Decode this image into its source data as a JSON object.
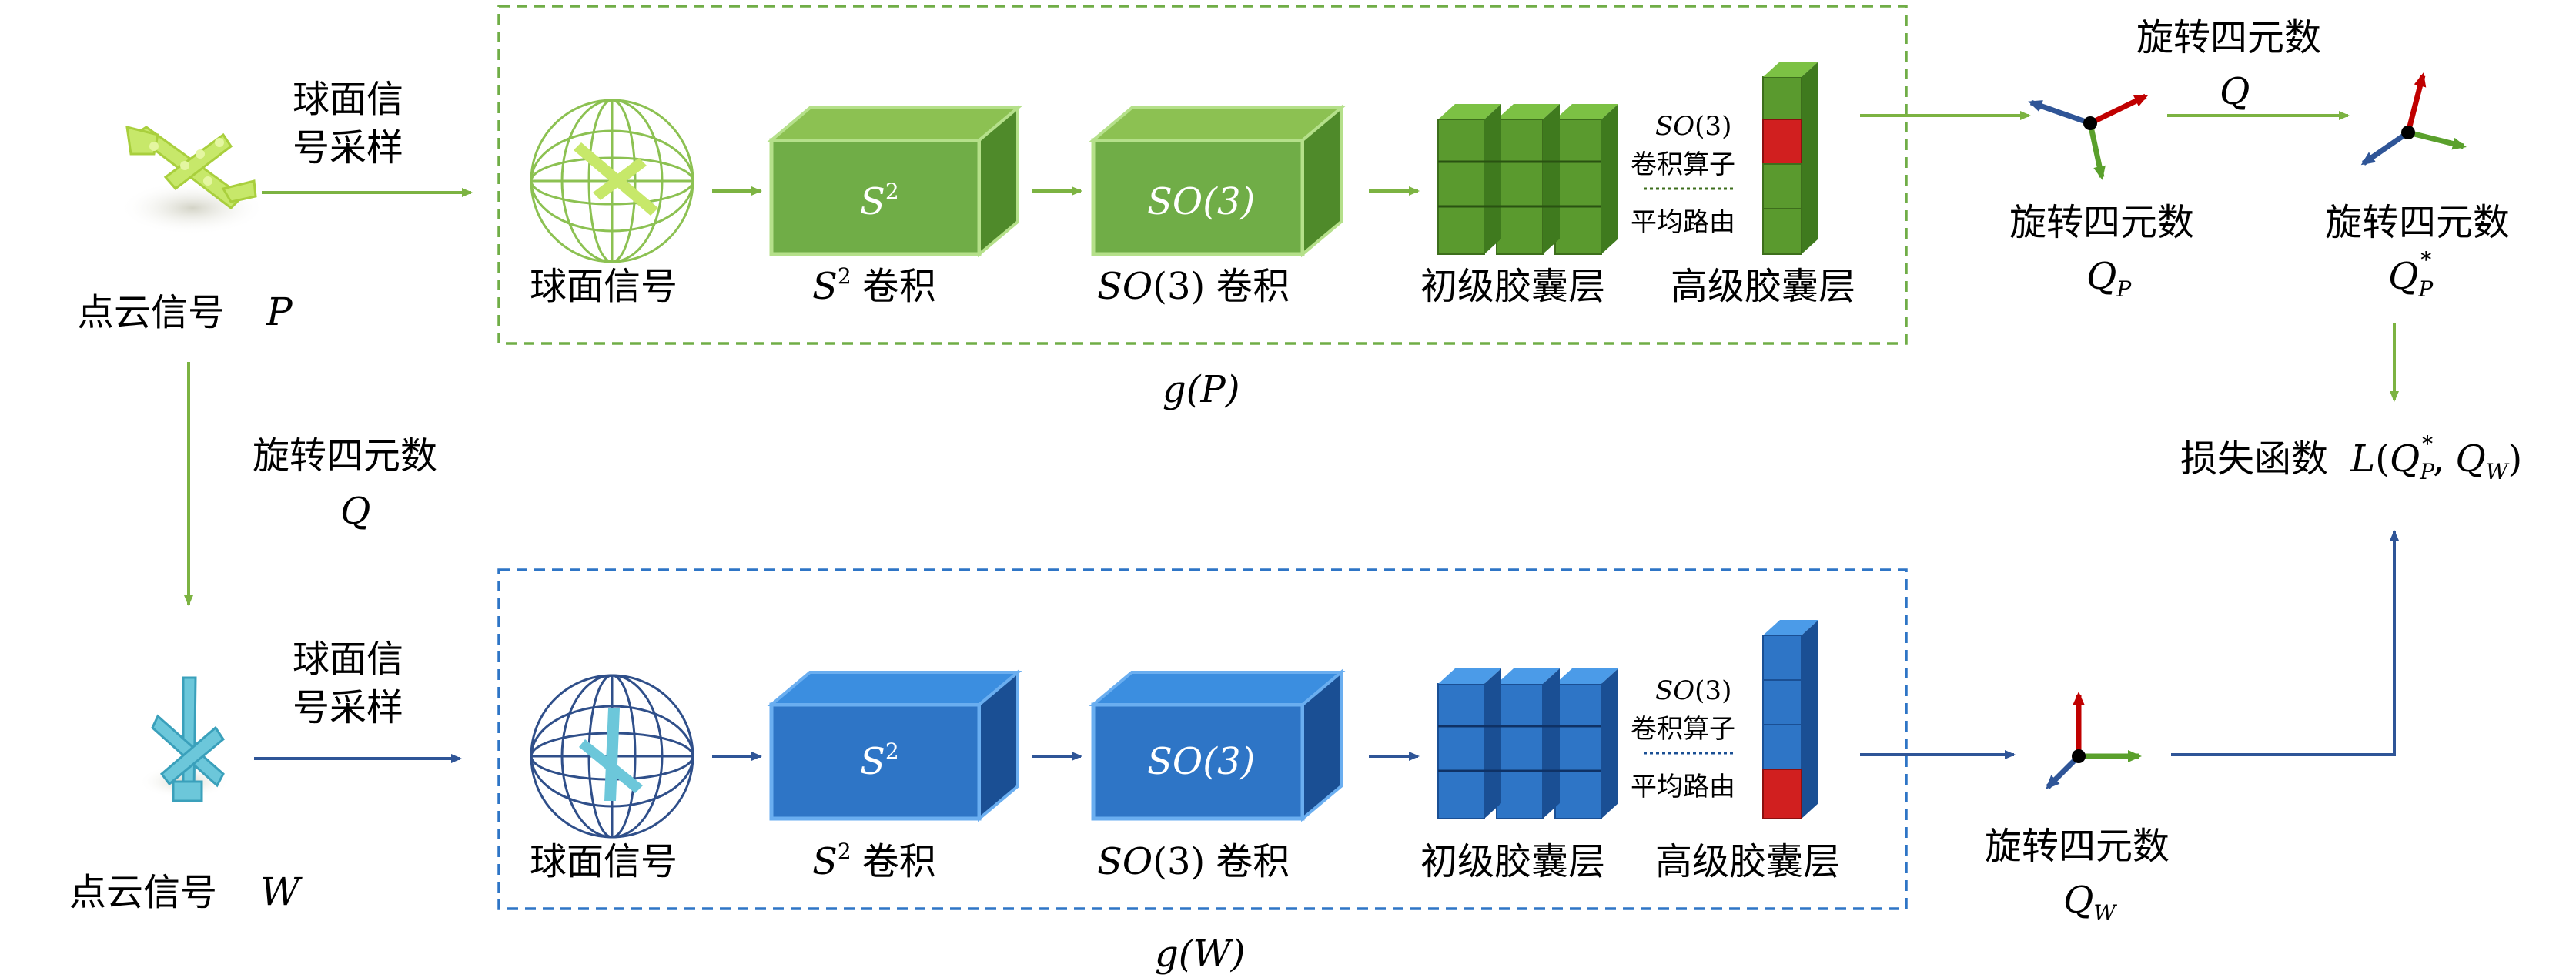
{
  "colors": {
    "green": "#6db33f",
    "green_light": "#8cc152",
    "green_dark": "#4f8a2a",
    "green_box": "#70ad47",
    "blue": "#2e6fbf",
    "blue_light": "#3b8ee0",
    "blue_dark": "#1a4f94",
    "blue_box": "#2e75c6",
    "red": "#d11f1f",
    "arrow_green": "#7cb342",
    "arrow_blue": "#2f5597",
    "axis_green": "#5aa02c",
    "axis_blue": "#2f5597",
    "axis_red": "#c00000",
    "black": "#000000"
  },
  "top_row": {
    "input_label_zh": "点云信号",
    "input_label_var": "P",
    "sampling_label_line1": "球面信",
    "sampling_label_line2": "号采样",
    "sphere_label": "球面信号",
    "s2_box_text": "S",
    "s2_box_sup": "2",
    "s2_label_var": "S",
    "s2_label_sup": "2",
    "s2_label_zh": "卷积",
    "so3_box_text": "SO(3)",
    "so3_label_var": "SO",
    "so3_label_paren": "(3)",
    "so3_label_zh": "卷积",
    "primary_caps_label": "初级胶囊层",
    "high_caps_label": "高级胶囊层",
    "routing_var": "SO",
    "routing_paren": "(3)",
    "routing_line2": "卷积算子",
    "routing_line3": "平均路由",
    "g_label_func": "g",
    "g_label_arg": "(P)",
    "quat_p_label": "旋转四元数",
    "quat_p_var": "Q",
    "quat_p_sub": "P",
    "quat_q_top_label": "旋转四元数",
    "quat_q_top_var": "Q",
    "quat_p_star_label": "旋转四元数",
    "quat_p_star_var": "Q",
    "quat_p_star_sub": "P",
    "quat_p_star_sup": "*"
  },
  "middle": {
    "rotation_label": "旋转四元数",
    "rotation_var": "Q",
    "loss_label": "损失函数",
    "loss_func": "L",
    "loss_open": "(",
    "loss_q1": "Q",
    "loss_q1_sub": "P",
    "loss_q1_sup": "*",
    "loss_comma": ",",
    "loss_q2": "Q",
    "loss_q2_sub": "W",
    "loss_close": ")"
  },
  "bottom_row": {
    "input_label_zh": "点云信号",
    "input_label_var": "W",
    "sampling_label_line1": "球面信",
    "sampling_label_line2": "号采样",
    "sphere_label": "球面信号",
    "s2_box_text": "S",
    "s2_box_sup": "2",
    "s2_label_var": "S",
    "s2_label_sup": "2",
    "s2_label_zh": "卷积",
    "so3_box_text": "SO(3)",
    "so3_label_var": "SO",
    "so3_label_paren": "(3)",
    "so3_label_zh": "卷积",
    "primary_caps_label": "初级胶囊层",
    "high_caps_label": "高级胶囊层",
    "routing_var": "SO",
    "routing_paren": "(3)",
    "routing_line2": "卷积算子",
    "routing_line3": "平均路由",
    "g_label_func": "g",
    "g_label_arg": "(W)",
    "quat_w_label": "旋转四元数",
    "quat_w_var": "Q",
    "quat_w_sub": "W"
  }
}
